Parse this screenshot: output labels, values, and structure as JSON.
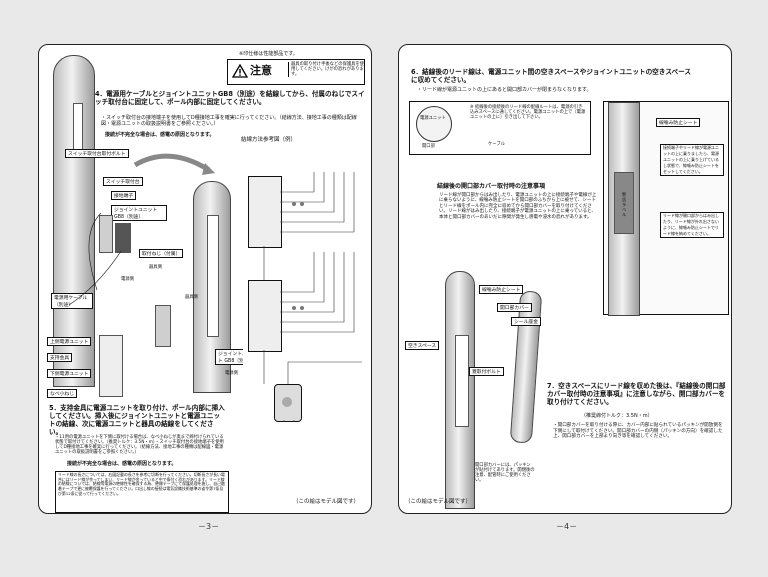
{
  "page3": {
    "note_top": "※印仕様は性能部品です。",
    "warning_label": "注意",
    "warning_text": "器具の取り付け手後などの保護具を使用してください。けがの恐れがあります。",
    "step4_title": "4．電源用ケーブルとジョイントユニットGB8（別途）を結線してから、付属のねじでスイッチ取付台に固定して、ポール内部に固定してください。",
    "step4_sub": "・スイッチ取付台の接地端子を使用してD種接地工事を確実に行ってください。（結線方法、接地工事の種類は配線図・電源ユニットの取扱説明書をご参照ください。）",
    "step4_warn": "接続が不完全な場合は、感電の原因となります。",
    "wiring_ref": "結線方法参考図（例）",
    "lbl_switch_bolt": "スイッチ取付台取付ボルト",
    "lbl_switch_base": "スイッチ取付台",
    "lbl_ground": "接地端子",
    "lbl_joint_unit": "ジョイントユニット GB8（別途）",
    "lbl_screw": "取付ねじ（付属）",
    "lbl_fixture_side": "器具側",
    "lbl_power_side": "電源側",
    "lbl_power_cable": "電源用ケーブル（別途）",
    "lbl_upper_unit": "上側電源ユニット",
    "lbl_support": "支持金具",
    "lbl_lower_unit": "下側電源ユニット",
    "lbl_nut": "なべ小ねじ",
    "lbl_fixture_side2": "器具側",
    "lbl_joint_unit2": "ジョイントユニット GB8（別途）",
    "lbl_power_side2": "電源側",
    "step5_title": "5．支持金具に電源ユニットを取り付け、ポール内部に挿入してください。挿入後にジョイントユニットと電源ユニットの結線、次に電源ユニットと器具の結線をしてください。",
    "step5_sub": "・11用の電源ユニットを下側に取付ける場合は、なべ小ねじが奥まで締付けられている状態で取付けてください。（推奨トルク：3.5N・m）・スイッチ取付台の接地端子を使用してD種接地工事を確実に行ってください。（結線方法、接地工事の種類は配線図・電源ユニットの取扱説明書をご参照ください。）",
    "step5_warn": "接続が不完全な場合は、感電の原因となります。",
    "note_box": "リード線の長さについては、右図記載の長さを参考に切断を行ってください。切断長さが長い場合にはリード線が余ってしまい、リード線が余っていると中で傷付く恐れがあります。リード線の結線については、結線等電源の絶縁性を確保する為、絶縁テープにて保護処理を施し、自己融着テープで更に被覆保護を行ってください。口出し線の接続は電気設備技術基準の省令第7条及び第12条に従って行ってください。",
    "model_note": "（この絵はモデル図です）",
    "page_num": "－3－"
  },
  "page4": {
    "step6_title": "6．結線後のリード線は、電源ユニット間の空きスペースやジョイントユニットの空きスペースに収めてください。",
    "step6_sub": "・リード線が電源ユニットの上にあると開口部カバーが閉まらなくなります。",
    "inset_text": "※ 結線後の接続後のリード線の配線ルートは、電源の引き込みスペースに通してください。電源ユニットの上で（電源ユニットの上に）引き出して下さい。",
    "lbl_inset_unit": "電源ユニット",
    "lbl_opening": "開口部",
    "lbl_cable": "ケーブル",
    "caution_title": "結線後の開口部カバー取付時の注意事項",
    "caution_text": "リード線が開口部からはみ出したり、電源ユニットの上に接続端子や電線が上に乗らないように、線噛み防止シートを開口部のふちから上に被せて、シートとリード線をポール内に完全に収めてから開口部カバーを取り付けてください。リード線がはみ出したり、接続端子が電源ユニットの上に乗っていると、本体と開口部カバーのあいだに隙間が発生し感電や浸水の恐れがあります。",
    "lbl_sheet": "線噛み防止シート",
    "lbl_terminal_note": "接続端子やリード線が電源ユニットの上に乗りましたら、電源ユニットの上に乗り上げているし状態で、線噛み防止シートをセットしてください。",
    "lbl_lead_note": "リード線が開口部からはみ出したり、リード線が外れ出さないように、線噛み防止シートでリード線を納めてください。",
    "lbl_warning_label": "警告ラベル",
    "lbl_sheet2": "線噛み防止シート",
    "lbl_open_cover": "開口部カバー",
    "lbl_seal": "シール座金",
    "lbl_space": "空きスペース",
    "lbl_cover_bolt": "蓋取付ボルト",
    "lbl_packing_note": "開口部カバーには、パッキンが貼付けてあります。開閉後の注意、配管時にご使用ください。",
    "step7_title": "7．空きスペースにリード線を収めた後は、『結線後の開口部カバー取付時の注意事項』に注意しながら、開口部カバーを取り付けてください。",
    "step7_torque": "（推奨締付トルク：3.5N・m）",
    "step7_sub": "・開口部カバーを取り付ける際に、カバー内部に貼られているパッキンが開放側を下側にして取付けてください。開口部カバーの内側（パッキンの方向）を確認した上、開口部カバーを上部より向き等を確認してください。",
    "model_note": "（この絵はモデル図です）",
    "page_num": "－4－"
  }
}
